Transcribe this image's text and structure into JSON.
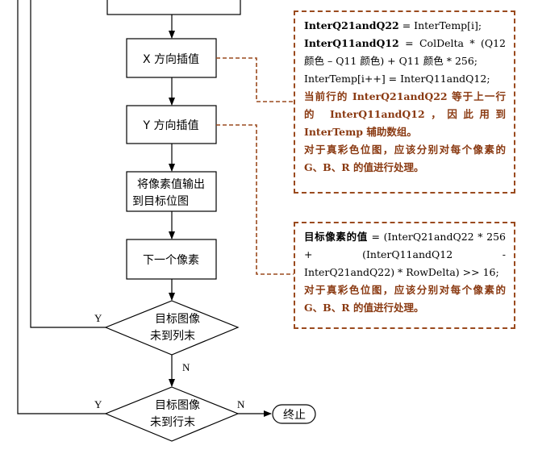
{
  "flowchart": {
    "nodes": {
      "x_interp": "X 方向插值",
      "y_interp": "Y 方向插值",
      "output_line1": "将像素值输出",
      "output_line2": "到目标位图",
      "next_pixel": "下一个像素",
      "col_end_line1": "目标图像",
      "col_end_line2": "未到列末",
      "row_end_line1": "目标图像",
      "row_end_line2": "未到行末",
      "terminate": "终止"
    },
    "edge_labels": {
      "col_yes": "Y",
      "col_no": "N",
      "row_yes": "Y",
      "row_no": "N"
    }
  },
  "notes": {
    "x_note": {
      "line1_bold": "InterQ21andQ22",
      "line1_rest": " = InterTemp[i];",
      "line2_bold": "InterQ11andQ12",
      "line2_rest": " = ColDelta * (Q12 颜色 – Q11 颜色) + Q11 颜色 * 256;",
      "line3": "InterTemp[i++] = InterQ11andQ12;",
      "brown1": "当前行的 InterQ21andQ22 等于上一行的 InterQ11andQ12，因此用到 InterTemp 辅助数组。",
      "brown2": "对于真彩色位图，应该分别对每个像素的 G、B、R 的值进行处理。"
    },
    "y_note": {
      "line1_bold": "目标像素的值",
      "line1_rest": " = (InterQ21andQ22 * 256 + (InterQ11andQ12 - InterQ21andQ22) * RowDelta) >> 16;",
      "brown1": "对于真彩色位图，应该分别对每个像素的 G、B、R 的值进行处理。"
    }
  },
  "colors": {
    "note_border": "#9a4a1e",
    "note_accent_text": "#8a3a12",
    "lines": "#000000"
  }
}
